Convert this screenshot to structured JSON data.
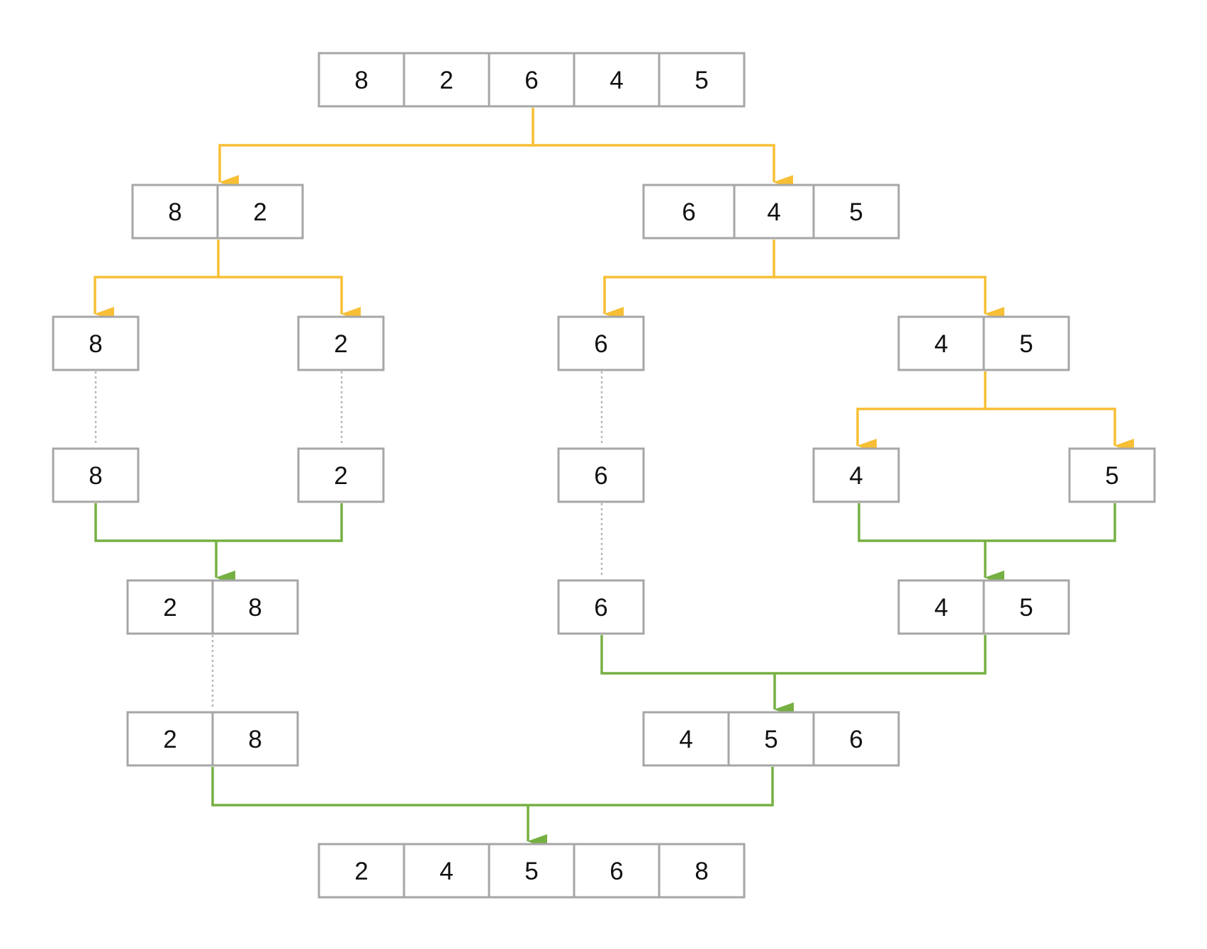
{
  "colors": {
    "split": "#f7bf35",
    "merge": "#76b043",
    "cell_border": "#a6a6a6",
    "text": "#111111"
  },
  "arrays": {
    "root": [
      "8",
      "2",
      "6",
      "4",
      "5"
    ],
    "left": [
      "8",
      "2"
    ],
    "right": [
      "6",
      "4",
      "5"
    ],
    "l_single_8": [
      "8"
    ],
    "l_single_2": [
      "2"
    ],
    "r_single_6": [
      "6"
    ],
    "r_pair_45": [
      "4",
      "5"
    ],
    "l_keep_8": [
      "8"
    ],
    "l_keep_2": [
      "2"
    ],
    "r_keep_6": [
      "6"
    ],
    "r_single_4": [
      "4"
    ],
    "r_single_5": [
      "5"
    ],
    "l_merged_28": [
      "2",
      "8"
    ],
    "r_keep_6b": [
      "6"
    ],
    "r_merged_45": [
      "4",
      "5"
    ],
    "l_merged_28b": [
      "2",
      "8"
    ],
    "r_merged_456": [
      "4",
      "5",
      "6"
    ],
    "final": [
      "2",
      "4",
      "5",
      "6",
      "8"
    ]
  }
}
